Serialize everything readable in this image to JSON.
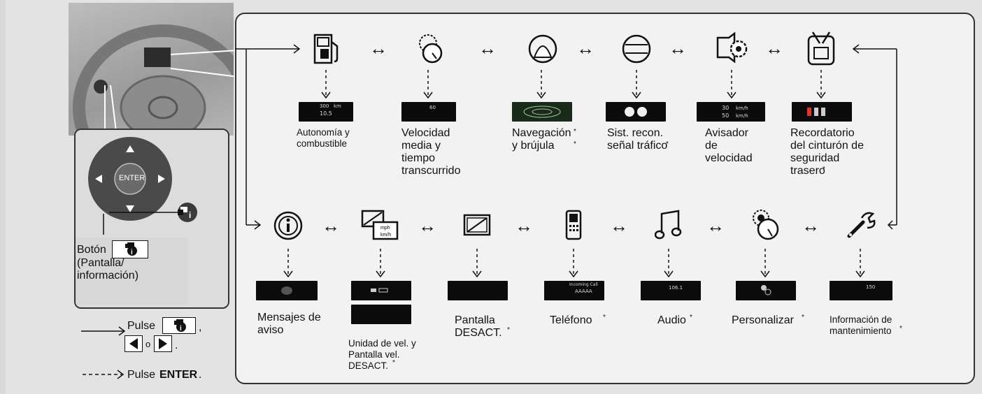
{
  "top_items": [
    {
      "label": "Autonomía y\ncombustible",
      "icon": "fuel-pump-icon"
    },
    {
      "label": "Velocidad\nmedia y\ntiempo\ntranscurrido",
      "icon": "speed-timer-icon"
    },
    {
      "label": "Navegación\ny brújula",
      "icon": "compass-icon",
      "asterisk": true
    },
    {
      "label": "Sist. recon.\nseñal tráfico",
      "icon": "traffic-sign-icon",
      "asterisk": true
    },
    {
      "label": "Avisador\nde\nvelocidad",
      "icon": "speed-warning-icon"
    },
    {
      "label": "Recordatorio\ndel cinturón de\nseguridad\ntrasero",
      "icon": "seatbelt-icon",
      "asterisk": true
    }
  ],
  "bottom_items": [
    {
      "label": "Mensajes de\naviso",
      "icon": "info-icon"
    },
    {
      "label": "Unidad de vel. y\nPantalla vel.\nDESACT.",
      "icon": "speed-unit-icon",
      "asterisk": true
    },
    {
      "label": "Pantalla\nDESACT.",
      "icon": "display-off-icon",
      "asterisk": true
    },
    {
      "label": "Teléfono",
      "icon": "phone-icon",
      "asterisk": true
    },
    {
      "label": "Audio",
      "icon": "music-note-icon",
      "asterisk": true
    },
    {
      "label": "Personalizar",
      "icon": "customize-icon",
      "asterisk": true
    },
    {
      "label": "Información de\nmantenimiento",
      "icon": "wrench-icon",
      "asterisk": true
    }
  ],
  "screens": {
    "fuel_range": "300",
    "fuel_unit": "km",
    "fuel_avg": "10.5",
    "avg_speed": "60",
    "speed_warn_1": "30",
    "speed_warn_2": "50",
    "speed_unit": "km/h",
    "phone_call": "Incoming Call",
    "phone_name": "AAAAA",
    "audio_freq": "106.1",
    "maint": "150"
  },
  "inset": {
    "enter_label": "ENTER",
    "button_label": "Botón",
    "button_desc": "(Pantalla/\ninformación)"
  },
  "legend": {
    "pulse": "Pulse",
    "comma": ",",
    "or": "o",
    "period": ".",
    "dashed_text": "Pulse",
    "enter_bold": "ENTER",
    "enter_period": "."
  },
  "asterisk": "*",
  "speed_unit_icon_text": "mph\nkm/h",
  "colors": {
    "panel_bg": "#f2f2f2",
    "screen_bg": "#0b0b0b",
    "line": "#111111"
  }
}
